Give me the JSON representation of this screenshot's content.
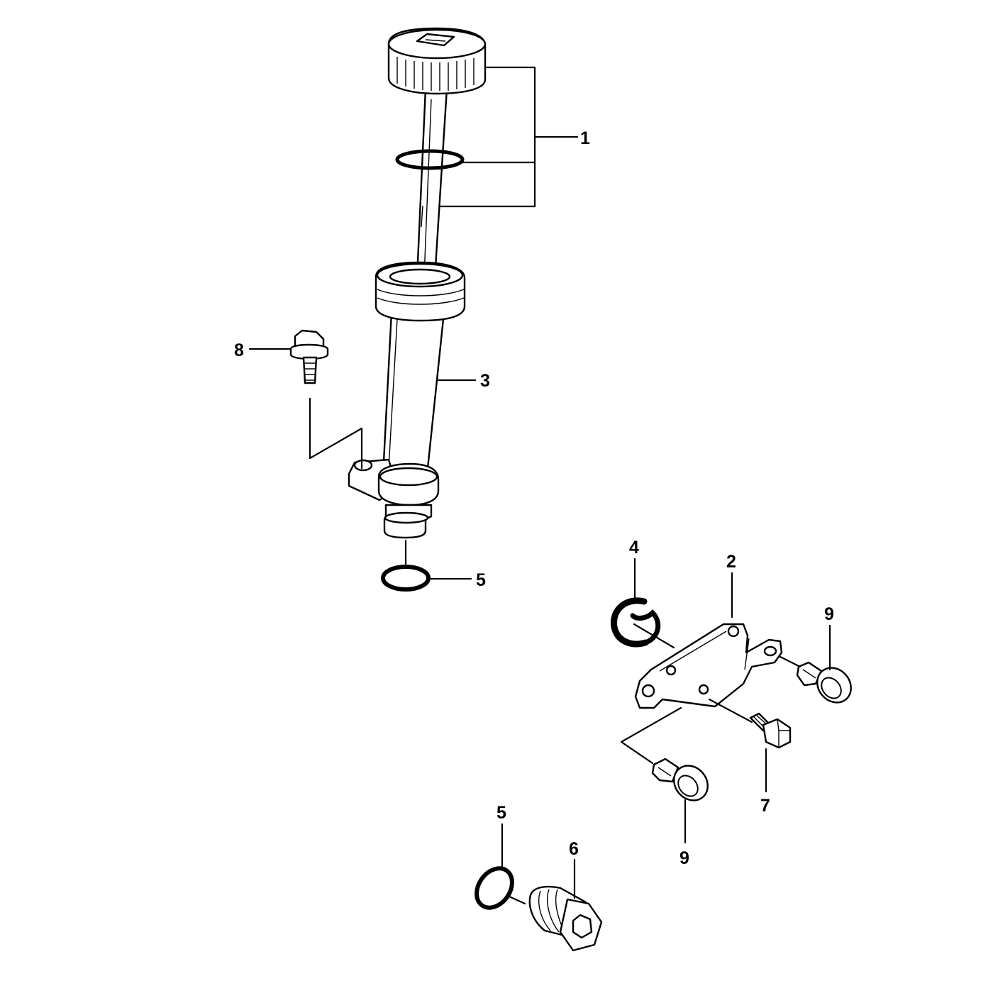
{
  "callouts": {
    "c1": "1",
    "c2": "2",
    "c3": "3",
    "c4": "4",
    "c5a": "5",
    "c5b": "5",
    "c6": "6",
    "c7": "7",
    "c8": "8",
    "c9a": "9",
    "c9b": "9"
  }
}
